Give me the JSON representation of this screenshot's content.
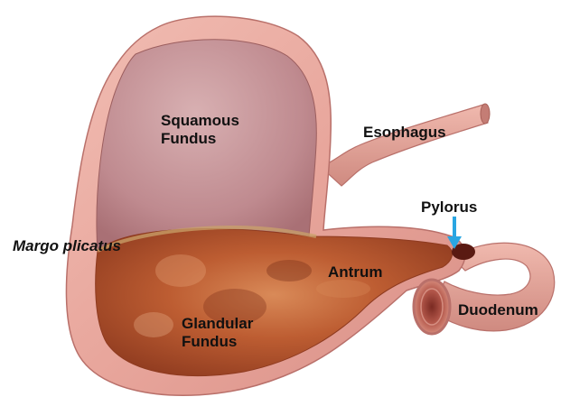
{
  "labels": {
    "squamous_fundus": [
      "Squamous",
      "Fundus"
    ],
    "esophagus": "Esophagus",
    "pylorus": "Pylorus",
    "margo_plicatus": "Margo plicatus",
    "antrum": "Antrum",
    "duodenum": "Duodenum",
    "glandular_fundus": [
      "Glandular",
      "Fundus"
    ]
  },
  "colors": {
    "outer_wall": "#e8a9a0",
    "wall_edge": "#b9706a",
    "squamous_lining": "#c69397",
    "glandular_lining": "#b5532e",
    "pylorus_arrow": "#2aa6e2"
  }
}
